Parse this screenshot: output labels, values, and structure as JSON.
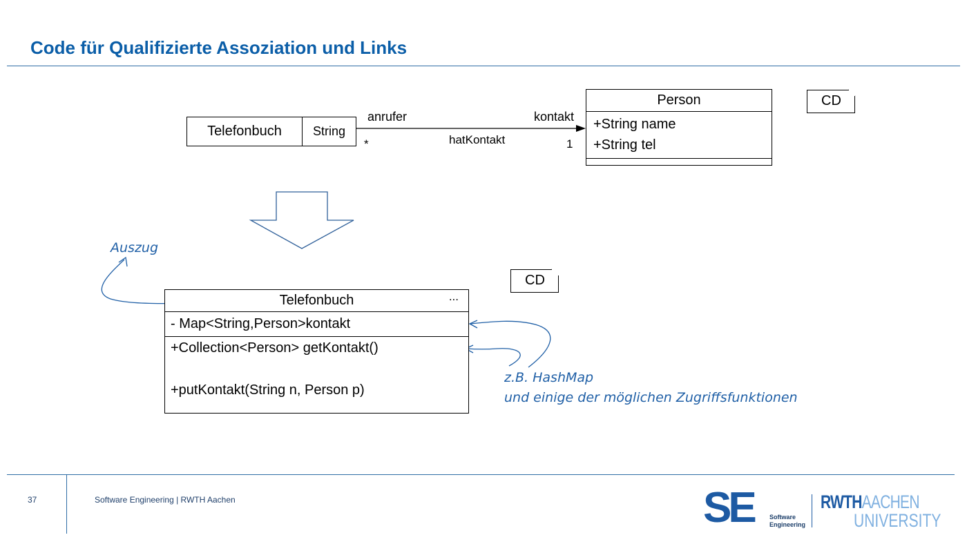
{
  "slide": {
    "title": "Code für Qualifizierte Assoziation und Links",
    "page_number": "37",
    "footer": "Software Engineering  |  RWTH Aachen"
  },
  "top_diagram": {
    "source_class": "Telefonbuch",
    "qualifier": "String",
    "source_role": "anrufer",
    "source_multiplicity": "*",
    "association_name": "hatKontakt",
    "target_role": "kontakt",
    "target_multiplicity": "1",
    "target_class": {
      "name": "Person",
      "attributes": [
        "+String  name",
        "+String  tel"
      ]
    },
    "diagram_tag": "CD"
  },
  "bottom_diagram": {
    "class_name": "Telefonbuch",
    "ellipsis": "...",
    "attribute": "- Map<String,Person>kontakt",
    "methods": [
      "+Collection<Person>  getKontakt()",
      "+putKontakt(String  n, Person p)"
    ],
    "diagram_tag": "CD"
  },
  "annotations": {
    "excerpt": "Auszug",
    "hashmap_line1": "z.B. HashMap",
    "hashmap_line2": "und einige der möglichen Zugriffsfunktionen"
  },
  "logos": {
    "se_letters": "SE",
    "se_line1": "Software",
    "se_line2": "Engineering",
    "rwth_part1": "RWTH",
    "rwth_part2": "AACHEN",
    "rwth_line2": "UNIVERSITY"
  },
  "colors": {
    "title": "#0b5ea8",
    "rule": "#2e6ca5",
    "annotation": "#1f5fa6",
    "se_logo": "#1d5aa3",
    "se_logo_light": "#7fb0e0"
  }
}
